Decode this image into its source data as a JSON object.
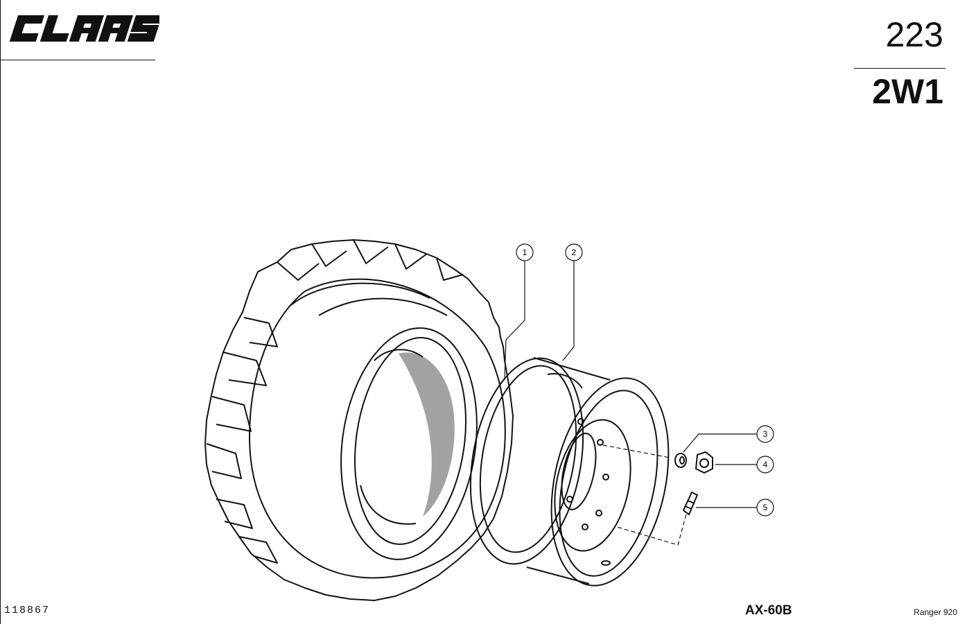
{
  "header": {
    "brand": "CLAAS",
    "page_number": "223",
    "group_code": "2W1"
  },
  "callouts": [
    {
      "label": "1"
    },
    {
      "label": "2"
    },
    {
      "label": "3"
    },
    {
      "label": "4"
    },
    {
      "label": "5"
    }
  ],
  "footer": {
    "doc_number": "118867",
    "model_code": "AX-60B",
    "machine": "Ranger 920"
  }
}
